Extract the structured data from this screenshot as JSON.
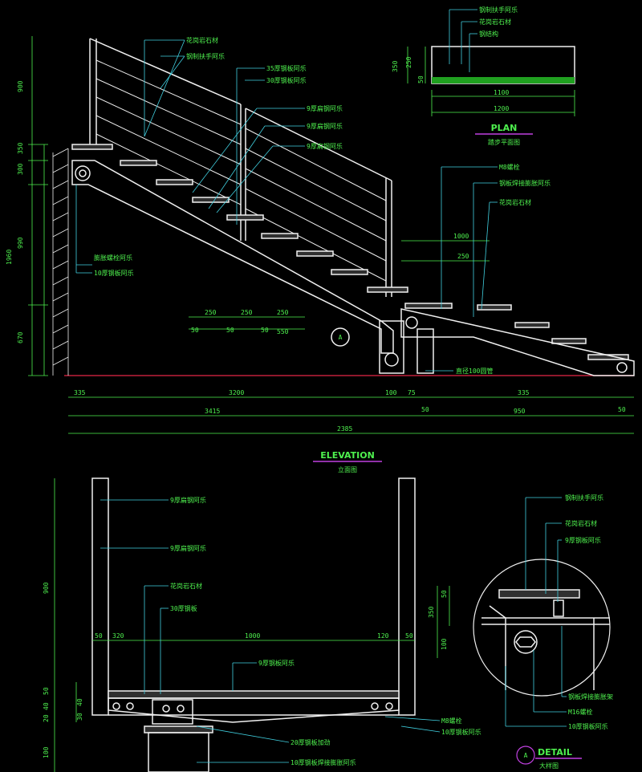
{
  "elevation": {
    "title": "ELEVATION",
    "subtitle": "立面图",
    "dims_vertical": [
      "900",
      "350",
      "300",
      "990",
      "1960",
      "670"
    ],
    "dims_horizontal_top": [
      "250",
      "250",
      "250",
      "50",
      "50",
      "50",
      "550"
    ],
    "dims_bottom_row1": [
      "335",
      "3200",
      "100",
      "75",
      "335"
    ],
    "dims_bottom_row2": [
      "50",
      "950",
      "50"
    ],
    "dims_bottom_row3": [
      "3415"
    ],
    "dims_bottom_row4": [
      "2385"
    ],
    "dims_right": [
      "1000",
      "250"
    ],
    "callouts": [
      "花岗岩石材",
      "钢制扶手阿乐",
      "35厚钢板阿乐",
      "30厚钢板阿乐",
      "9厚扁钢阿乐",
      "9厚扁钢阿乐",
      "9厚扁钢阿乐",
      "M8螺栓",
      "钢板焊接膨胀阿乐",
      "花岗岩石材",
      "膨胀螺栓阿乐",
      "10厚钢板阿乐",
      "直径100圆管"
    ],
    "marker": "A"
  },
  "plan": {
    "title": "PLAN",
    "subtitle": "踏步平面图",
    "callouts": [
      "钢制扶手阿乐",
      "花岗岩石材",
      "钢结构"
    ],
    "dims": [
      "350",
      "250",
      "50",
      "1100",
      "1200"
    ]
  },
  "section": {
    "dims_vertical": [
      "900",
      "50",
      "40",
      "20",
      "100",
      "40",
      "30"
    ],
    "dims_horizontal": [
      "50",
      "320",
      "1000",
      "120",
      "50"
    ],
    "callouts_left": [
      "9厚扁钢阿乐",
      "9厚扁钢阿乐",
      "花岗岩石材",
      "30厚钢板",
      "9厚钢板阿乐",
      "20厚钢板加劲",
      "10厚钢板焊接膨胀阿乐"
    ],
    "callouts_right": [
      "M8螺栓",
      "10厚钢板阿乐"
    ]
  },
  "detail": {
    "title": "DETAIL",
    "subtitle": "大样图",
    "marker": "A",
    "callouts": [
      "钢制扶手阿乐",
      "花岗岩石材",
      "9厚钢板阿乐",
      "钢板焊接膨胀架",
      "M16螺栓",
      "10厚钢板阿乐"
    ],
    "dims": [
      "350",
      "50",
      "100"
    ]
  },
  "colors": {
    "background": "#000000",
    "lines": "#f0f0f0",
    "text": "#4ef04e",
    "cyan": "#40d0e0",
    "ground": "#c0203a",
    "title_underline": "#c040e0"
  }
}
